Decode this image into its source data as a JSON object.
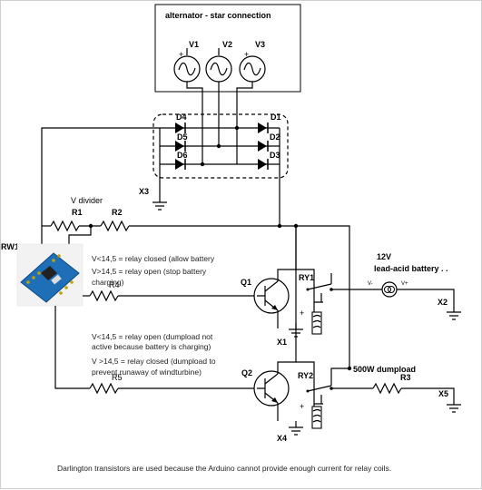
{
  "alternator": {
    "title": "alternator - star connection",
    "sources": [
      "V1",
      "V2",
      "V3"
    ]
  },
  "diodes": [
    "D4",
    "D1",
    "D5",
    "D2",
    "D6",
    "D3"
  ],
  "grounds": [
    "X3",
    "X1",
    "X4",
    "X2",
    "X5"
  ],
  "divider": {
    "label": "V divider",
    "resistors": [
      "R1",
      "R2"
    ]
  },
  "arduino": {
    "label": "RW1"
  },
  "resistors": {
    "r4": "R4",
    "r5": "R5",
    "r3": "R3"
  },
  "transistors": [
    "Q1",
    "Q2"
  ],
  "relays": [
    "RY1",
    "RY2"
  ],
  "battery": {
    "voltage": "12V",
    "label": "lead-acid battery . .",
    "minus": "V-",
    "plus": "V+"
  },
  "dumpload": {
    "label": "500W dumpload"
  },
  "notes": {
    "q1_line1": "V<14,5 = relay closed (allow battery",
    "q1_line2": "V>14,5 = relay open (stop battery",
    "q1_line3": "charging)",
    "q2_line1": "V<14,5 = relay open (dumpload not",
    "q2_line2": "active because battery is charging)",
    "q2_line3": "V >14,5 = relay closed (dumpload to",
    "q2_line4": "prevent runaway of windturbine)"
  },
  "footer": "Darlington transistors are used because the Arduino cannot provide enough current for relay coils."
}
